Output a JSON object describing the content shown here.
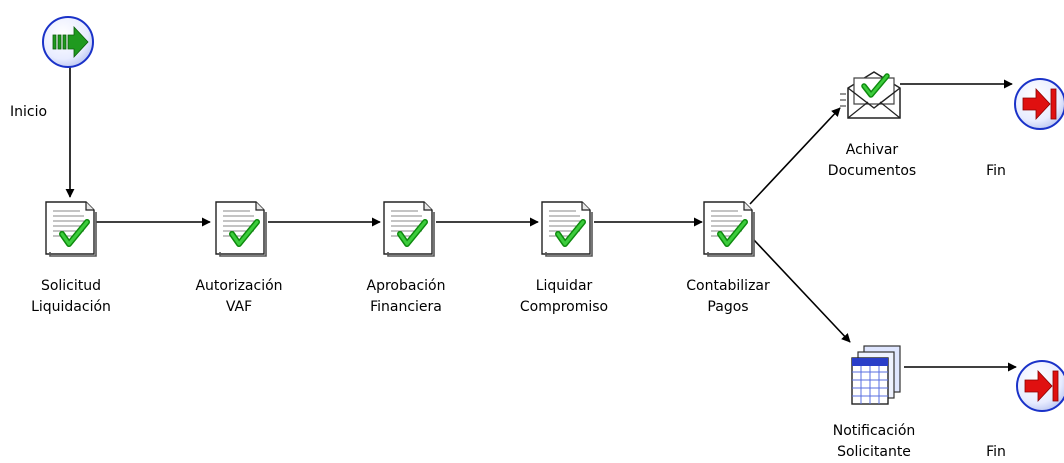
{
  "diagram": {
    "start": {
      "label": "Inicio",
      "icon": "start-arrow-icon"
    },
    "steps": [
      {
        "id": "solicitud",
        "lines": [
          "Solicitud",
          "Liquidación"
        ],
        "icon": "approved-document-icon"
      },
      {
        "id": "autorizacion",
        "lines": [
          "Autorización",
          "VAF"
        ],
        "icon": "approved-document-icon"
      },
      {
        "id": "aprobacion",
        "lines": [
          "Aprobación",
          "Financiera"
        ],
        "icon": "approved-document-icon"
      },
      {
        "id": "liquidar",
        "lines": [
          "Liquidar",
          "Compromiso"
        ],
        "icon": "approved-document-icon"
      },
      {
        "id": "contabilizar",
        "lines": [
          "Contabilizar",
          "Pagos"
        ],
        "icon": "approved-document-icon"
      },
      {
        "id": "archivar",
        "lines": [
          "Achivar",
          "Documentos"
        ],
        "icon": "mail-approved-icon"
      },
      {
        "id": "notificacion",
        "lines": [
          "Notificación",
          "Solicitante"
        ],
        "icon": "calendar-notification-icon"
      }
    ],
    "ends": [
      {
        "id": "fin-top",
        "label": "Fin",
        "icon": "end-exit-icon"
      },
      {
        "id": "fin-bottom",
        "label": "Fin",
        "icon": "end-exit-icon"
      }
    ],
    "colors": {
      "start_green": "#2aa02a",
      "end_red": "#e01010",
      "node_ring": "#1a32c8",
      "check_green": "#18a818",
      "line": "#000000"
    }
  }
}
